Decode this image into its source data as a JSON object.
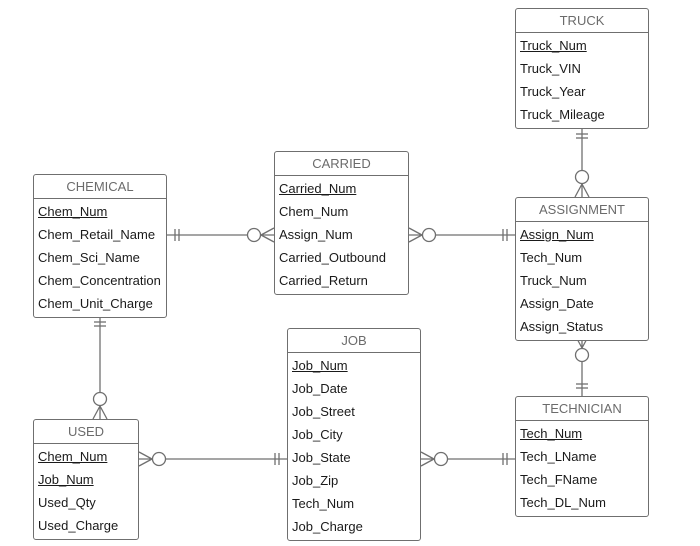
{
  "entities": [
    {
      "key": "truck",
      "title": "TRUCK",
      "attributes": [
        {
          "name": "Truck_Num",
          "pk": true
        },
        {
          "name": "Truck_VIN",
          "pk": false
        },
        {
          "name": "Truck_Year",
          "pk": false
        },
        {
          "name": "Truck_Mileage",
          "pk": false
        }
      ]
    },
    {
      "key": "chemical",
      "title": "CHEMICAL",
      "attributes": [
        {
          "name": "Chem_Num",
          "pk": true
        },
        {
          "name": "Chem_Retail_Name",
          "pk": false
        },
        {
          "name": "Chem_Sci_Name",
          "pk": false
        },
        {
          "name": "Chem_Concentration",
          "pk": false
        },
        {
          "name": "Chem_Unit_Charge",
          "pk": false
        }
      ]
    },
    {
      "key": "carried",
      "title": "CARRIED",
      "attributes": [
        {
          "name": "Carried_Num",
          "pk": true
        },
        {
          "name": "Chem_Num",
          "pk": false
        },
        {
          "name": "Assign_Num",
          "pk": false
        },
        {
          "name": "Carried_Outbound",
          "pk": false
        },
        {
          "name": "Carried_Return",
          "pk": false
        }
      ]
    },
    {
      "key": "assignment",
      "title": "ASSIGNMENT",
      "attributes": [
        {
          "name": "Assign_Num",
          "pk": true
        },
        {
          "name": "Tech_Num",
          "pk": false
        },
        {
          "name": "Truck_Num",
          "pk": false
        },
        {
          "name": "Assign_Date",
          "pk": false
        },
        {
          "name": "Assign_Status",
          "pk": false
        }
      ]
    },
    {
      "key": "job",
      "title": "JOB",
      "attributes": [
        {
          "name": "Job_Num",
          "pk": true
        },
        {
          "name": "Job_Date",
          "pk": false
        },
        {
          "name": "Job_Street",
          "pk": false
        },
        {
          "name": "Job_City",
          "pk": false
        },
        {
          "name": "Job_State",
          "pk": false
        },
        {
          "name": "Job_Zip",
          "pk": false
        },
        {
          "name": "Tech_Num",
          "pk": false
        },
        {
          "name": "Job_Charge",
          "pk": false
        }
      ]
    },
    {
      "key": "used",
      "title": "USED",
      "attributes": [
        {
          "name": "Chem_Num",
          "pk": true
        },
        {
          "name": "Job_Num",
          "pk": true
        },
        {
          "name": "Used_Qty",
          "pk": false
        },
        {
          "name": "Used_Charge",
          "pk": false
        }
      ]
    },
    {
      "key": "technician",
      "title": "TECHNICIAN",
      "attributes": [
        {
          "name": "Tech_Num",
          "pk": true
        },
        {
          "name": "Tech_LName",
          "pk": false
        },
        {
          "name": "Tech_FName",
          "pk": false
        },
        {
          "name": "Tech_DL_Num",
          "pk": false
        }
      ]
    }
  ],
  "relationships": [
    {
      "from": "chemical",
      "from_end": "one-and-only-one",
      "to": "carried",
      "to_end": "zero-or-many"
    },
    {
      "from": "assignment",
      "from_end": "one-and-only-one",
      "to": "carried",
      "to_end": "zero-or-many"
    },
    {
      "from": "truck",
      "from_end": "one-and-only-one",
      "to": "assignment",
      "to_end": "zero-or-many"
    },
    {
      "from": "technician",
      "from_end": "one-and-only-one",
      "to": "assignment",
      "to_end": "zero-or-many"
    },
    {
      "from": "chemical",
      "from_end": "one-and-only-one",
      "to": "used",
      "to_end": "zero-or-many"
    },
    {
      "from": "job",
      "from_end": "one-and-only-one",
      "to": "used",
      "to_end": "zero-or-many"
    },
    {
      "from": "technician",
      "from_end": "one-and-only-one",
      "to": "job",
      "to_end": "zero-or-many"
    }
  ],
  "colors": {
    "line": "#6f6f6f",
    "border": "#6f6f6f",
    "title": "#6b6b6b",
    "text": "#1a1a1a"
  }
}
